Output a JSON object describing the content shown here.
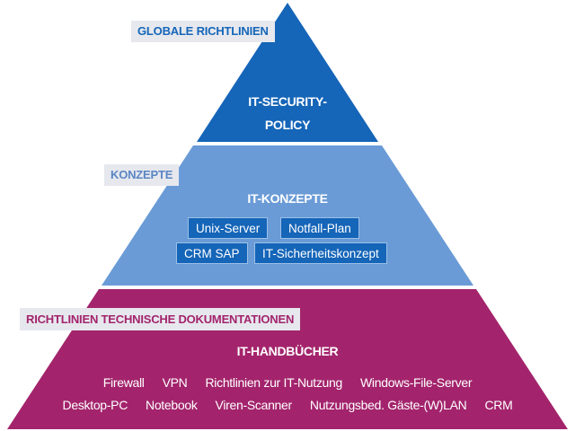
{
  "colors": {
    "top_tier": "#1565b8",
    "middle_tier": "#6a9bd6",
    "bottom_tier": "#a3246c",
    "label_background": "#e6e8ee",
    "chip_background": "#1565b8"
  },
  "tiers": {
    "top": {
      "label": "GLOBALE RICHTLINIEN",
      "title_line1": "IT-SECURITY-",
      "title_line2": "POLICY"
    },
    "middle": {
      "label": "KONZEPTE",
      "title": "IT-KONZEPTE",
      "chips_row1": [
        "Unix-Server",
        "Notfall-Plan"
      ],
      "chips_row2": [
        "CRM SAP",
        "IT-Sicherheitskonzept"
      ]
    },
    "bottom": {
      "label": "RICHTLINIEN TECHNISCHE DOKUMENTATIONEN",
      "title": "IT-HANDBÜCHER",
      "items_row1": [
        "Firewall",
        "VPN",
        "Richtlinien zur IT-Nutzung",
        "Windows-File-Server"
      ],
      "items_row2": [
        "Desktop-PC",
        "Notebook",
        "Viren-Scanner",
        "Nutzungsbed. Gäste-(W)LAN",
        "CRM"
      ]
    }
  }
}
